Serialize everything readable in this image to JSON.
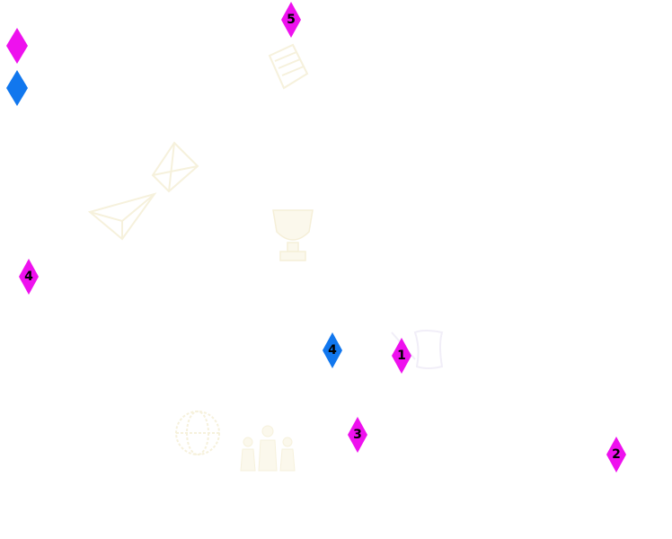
{
  "colors": {
    "background": "#ffffff",
    "team_a": "#ee11ee",
    "team_b": "#1177ee",
    "marker_text": "#000000",
    "faint_icon": "#fbf8ec"
  },
  "legend": [
    {
      "team": "team_a",
      "color": "#ee11ee",
      "label": ""
    },
    {
      "team": "team_b",
      "color": "#1177ee",
      "label": ""
    }
  ],
  "markers": [
    {
      "team": "team_a",
      "number": "5",
      "color": "#ee11ee"
    },
    {
      "team": "team_a",
      "number": "4",
      "color": "#ee11ee"
    },
    {
      "team": "team_b",
      "number": "4",
      "color": "#1177ee"
    },
    {
      "team": "team_a",
      "number": "1",
      "color": "#ee11ee"
    },
    {
      "team": "team_a",
      "number": "3",
      "color": "#ee11ee"
    },
    {
      "team": "team_a",
      "number": "2",
      "color": "#ee11ee"
    }
  ],
  "background_icons": [
    "scroll-icon",
    "paper-plane-icon",
    "paper-plane-icon",
    "trophy-icon",
    "scroll-quill-icon",
    "globe-icon",
    "people-icon"
  ]
}
